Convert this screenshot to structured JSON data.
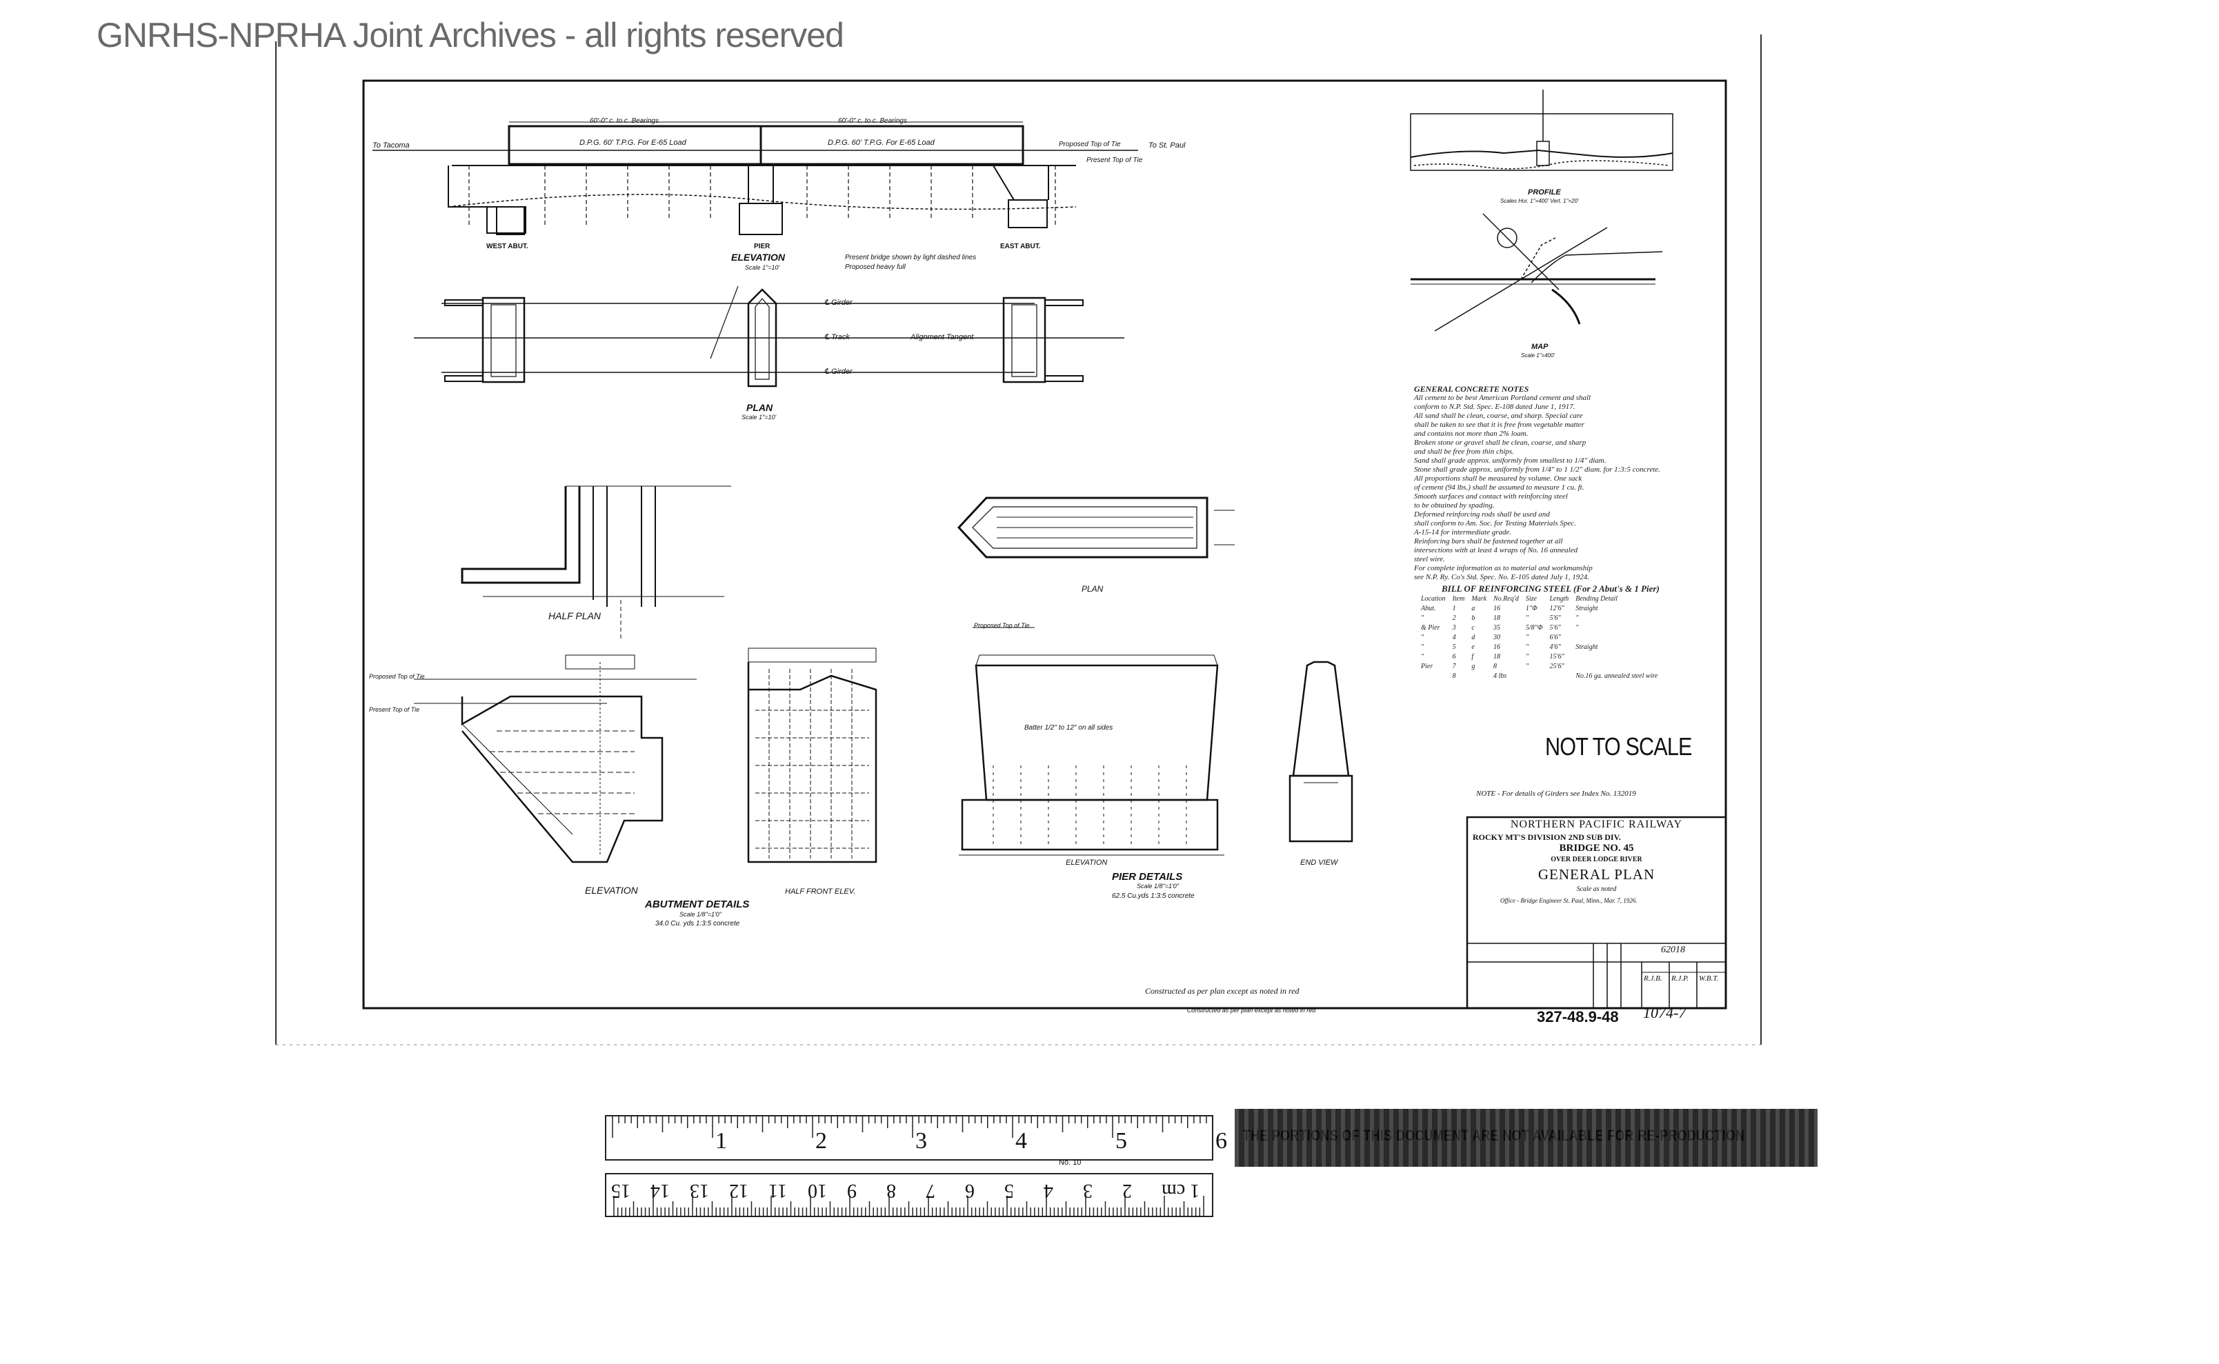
{
  "watermark": "GNRHS-NPRHA Joint Archives - all rights reserved",
  "drawing": {
    "railway": "NORTHERN PACIFIC RAILWAY",
    "division": "ROCKY MT'S DIVISION  2ND SUB DIV.",
    "bridge": "BRIDGE NO. 45",
    "over": "OVER DEER LODGE RIVER",
    "sheet_title": "GENERAL PLAN",
    "scale_note": "Scale as noted",
    "office_line": "Office - Bridge Engineer     St. Paul, Minn., Mar. 7, 1926.",
    "drawing_no": "62018",
    "initials": [
      "R.J.B.",
      "R.J.P.",
      "W.B.T."
    ],
    "file_no": "327-48.9-48",
    "file_suffix": "1074-7",
    "not_to_scale": "NOT TO SCALE",
    "constructed_note": "Constructed as per plan except as noted in red",
    "girder_note": "NOTE - For details of Girders see Index No. 132019"
  },
  "views": {
    "elevation": "ELEVATION",
    "elevation_scale": "Scale 1\"=10'",
    "plan": "PLAN",
    "plan_scale": "Scale 1\"=10'",
    "west_abut": "WEST ABUT.",
    "east_abut": "EAST ABUT.",
    "pier": "PIER",
    "to_tacoma": "To Tacoma",
    "to_st_paul": "To St. Paul",
    "span_left": "60'-0\" c. to c. Bearings",
    "span_right": "60'-0\" c. to c. Bearings",
    "girder_left": "D.P.G. 60' T.P.G. For E-65 Load",
    "girder_right": "D.P.G. 60' T.P.G. For E-65 Load",
    "proposed_top_tie": "Proposed Top of Tie",
    "present_top_tie": "Present Top of Tie",
    "present_bridge": "Present bridge shown by light dashed lines",
    "proposed_heavy": "Proposed        heavy full",
    "cl_girder": "℄ Girder",
    "cl_track": "℄ Track",
    "alignment": "Alignment Tangent",
    "profile": "PROFILE",
    "profile_scale": "Scales Hor. 1\"=400' Vert. 1\"=20'",
    "map": "MAP",
    "map_scale": "Scale 1\"=400'",
    "half_plan": "HALF PLAN",
    "abut_elevation": "ELEVATION",
    "half_front": "HALF FRONT ELEV.",
    "abut_details": "ABUTMENT DETAILS",
    "abut_scale": "Scale 1/8\"=1'0\"",
    "abut_concrete": "34.0 Cu. yds 1:3:5 concrete",
    "pier_plan": "PLAN",
    "pier_elevation": "ELEVATION",
    "end_view": "END VIEW",
    "pier_details": "PIER DETAILS",
    "pier_scale": "Scale 1/8\"=1'0\"",
    "pier_concrete": "62.5 Cu.yds 1:3:5 concrete",
    "batter": "Batter 1/2\" to 12\" on all sides"
  },
  "notes": {
    "heading": "GENERAL CONCRETE NOTES",
    "lines": [
      "All cement to be best American Portland cement and shall",
      "conform to N.P. Std. Spec. E-108 dated June 1, 1917.",
      "All sand shall be clean, coarse, and sharp. Special care",
      "shall be taken to see that it is free from vegetable matter",
      "and contains not more than 2% loam.",
      "Broken stone or gravel shall be clean, coarse, and sharp",
      "and shall be free from thin chips.",
      "Sand shall grade approx. uniformly from smallest to 1/4\" diam.",
      "Stone shall grade approx. uniformly from 1/4\" to 1 1/2\" diam. for 1:3:5 concrete.",
      "All proportions shall be measured by volume. One sack",
      "of cement (94 lbs.) shall be assumed to measure 1 cu. ft.",
      "Smooth surfaces and contact with reinforcing steel",
      "to be obtained by spading.",
      "Deformed reinforcing rods shall be used and",
      "shall conform to Am. Soc. for Testing Materials Spec.",
      "A-15-14 for intermediate grade.",
      "Reinforcing bars shall be fastened together at all",
      "intersections with at least 4 wraps of No. 16 annealed",
      "steel wire.",
      "For complete information as to material and workmanship",
      "see N.P. Ry. Co's Std. Spec. No. E-105 dated July 1, 1924."
    ]
  },
  "bill": {
    "title": "BILL OF REINFORCING STEEL (For 2 Abut's & 1 Pier)",
    "headers": [
      "Location",
      "Item",
      "Mark",
      "No.Req'd",
      "Size",
      "Length",
      "Bending Detail"
    ],
    "rows": [
      [
        "Abut.",
        "1",
        "a",
        "16",
        "1\"Φ",
        "12'6\"",
        "Straight"
      ],
      [
        "\"",
        "2",
        "b",
        "18",
        "\"",
        "5'6\"",
        "\""
      ],
      [
        "& Pier",
        "3",
        "c",
        "35",
        "5/8\"Φ",
        "5'6\"",
        "\""
      ],
      [
        "\"",
        "4",
        "d",
        "30",
        "\"",
        "6'6\"",
        ""
      ],
      [
        "\"",
        "5",
        "e",
        "16",
        "\"",
        "4'6\"",
        "Straight"
      ],
      [
        "\"",
        "6",
        "f",
        "18",
        "\"",
        "15'6\"",
        ""
      ],
      [
        "Pier",
        "7",
        "g",
        "8",
        "\"",
        "25'6\"",
        ""
      ],
      [
        "",
        "8",
        "",
        "4 lbs",
        "",
        "",
        "No.16 ga. annealed steel wire"
      ]
    ]
  },
  "ruler": {
    "inches": [
      "1",
      "2",
      "3",
      "4",
      "5",
      "6"
    ],
    "cm": [
      "1 cm",
      "2",
      "3",
      "4",
      "5",
      "6",
      "7",
      "8",
      "9",
      "10",
      "11",
      "12",
      "13",
      "14",
      "15"
    ],
    "label": "No. 10"
  },
  "redaction_text": "THE PORTIONS OF THIS DOCUMENT ARE NOT AVAILABLE FOR RE-PRODUCTION"
}
